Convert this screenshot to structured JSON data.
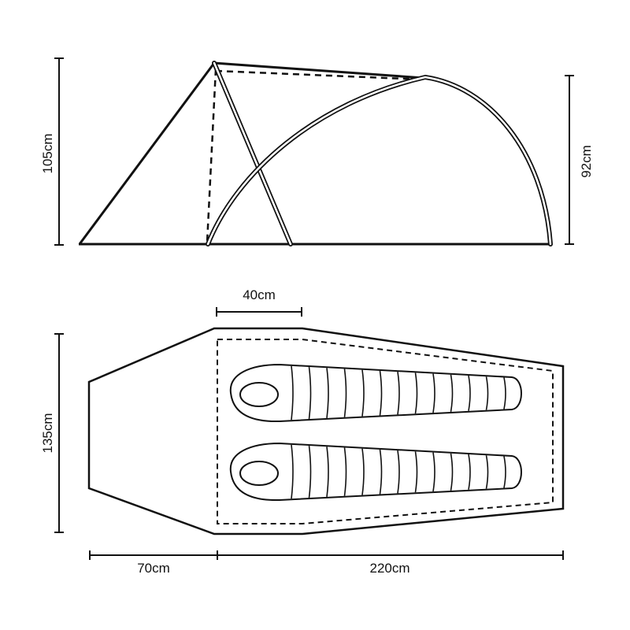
{
  "side_view": {
    "height_front_label": "105cm",
    "height_rear_label": "92cm"
  },
  "floor_plan": {
    "width_label": "135cm",
    "vestibule_depth_label": "70cm",
    "inner_length_label": "220cm",
    "head_width_label": "40cm",
    "sleeping_bag_count": 2,
    "sleeping_bag_baffles": 13
  },
  "colors": {
    "line": "#111111",
    "fill": "#ffffff"
  }
}
